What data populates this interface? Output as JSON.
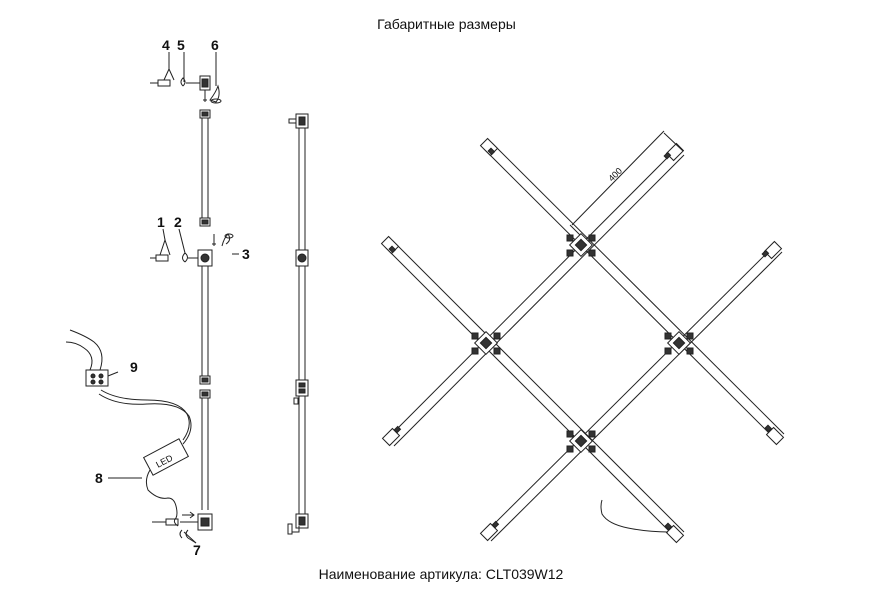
{
  "title": "Габаритные размеры",
  "footer": "Наименование артикула: CLT039W12",
  "dimension_label": "400",
  "callouts": [
    "1",
    "2",
    "3",
    "4",
    "5",
    "6",
    "7",
    "8",
    "9"
  ],
  "led_label": "LED"
}
